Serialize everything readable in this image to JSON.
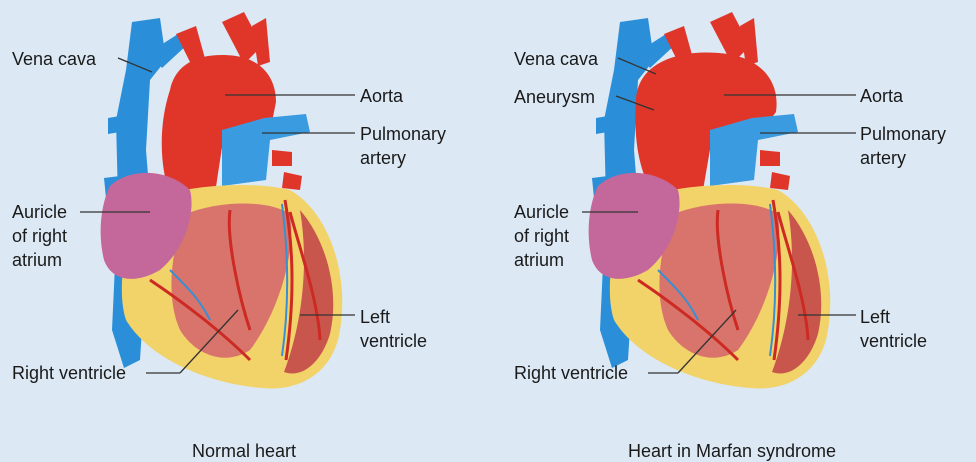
{
  "colors": {
    "background": "#dce8f4",
    "aorta_red": "#e0362a",
    "vena_cava_blue": "#2a8fd8",
    "pulmonary_blue": "#3a9be0",
    "muscle_pink": "#d9746c",
    "fat_yellow": "#f2d36a",
    "auricle_purple": "#c4679a",
    "leader_line": "#333333"
  },
  "panels": [
    {
      "caption": "Normal heart",
      "labels": {
        "vena_cava": "Vena cava",
        "aorta": "Aorta",
        "pulmonary_artery": "Pulmonary\nartery",
        "auricle": "Auricle\nof right\natrium",
        "left_ventricle": "Left\nventricle",
        "right_ventricle": "Right ventricle"
      }
    },
    {
      "caption": "Heart in Marfan syndrome",
      "labels": {
        "vena_cava": "Vena cava",
        "aneurysm": "Aneurysm",
        "aorta": "Aorta",
        "pulmonary_artery": "Pulmonary\nartery",
        "auricle": "Auricle\nof right\natrium",
        "left_ventricle": "Left\nventricle",
        "right_ventricle": "Right ventricle"
      }
    }
  ]
}
